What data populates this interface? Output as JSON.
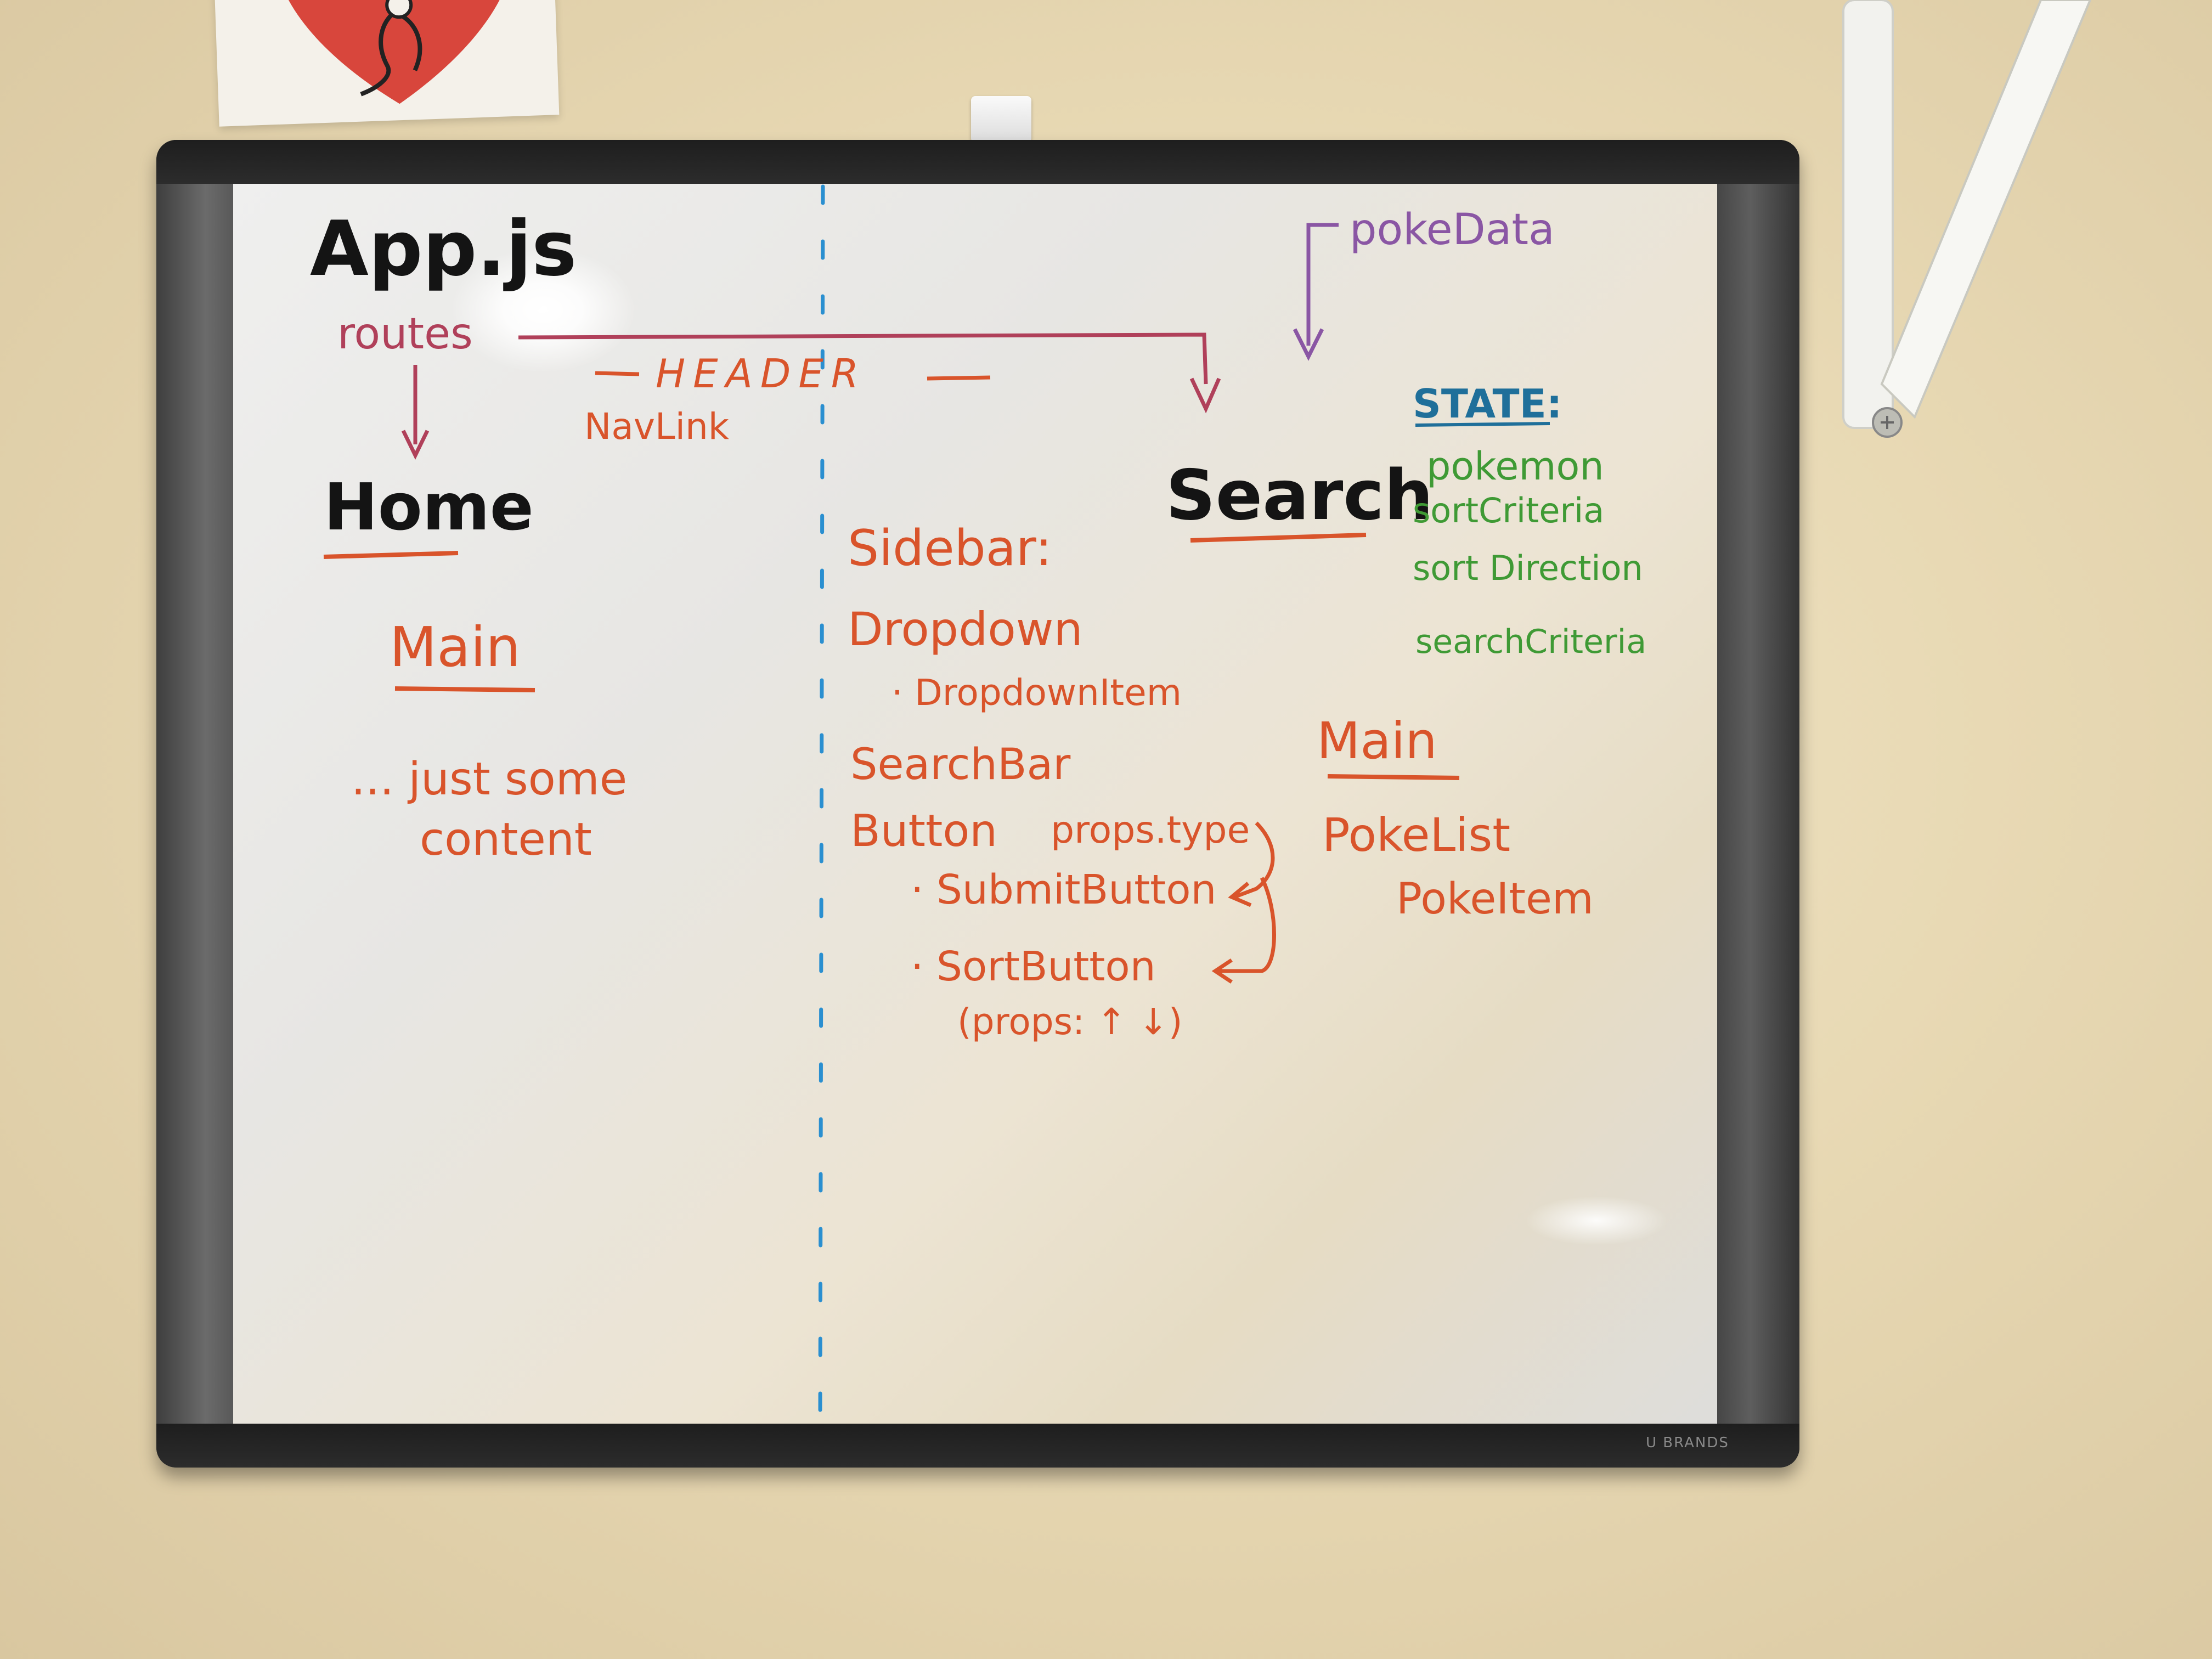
{
  "board": {
    "app_title": "App.js",
    "routes": "routes",
    "header": "HEADER",
    "navlink": "NavLink",
    "poke_data": "pokeData",
    "home": "Home",
    "home_main": "Main",
    "home_content_1": "... just some",
    "home_content_2": "content",
    "search": "Search",
    "sidebar": "Sidebar:",
    "dropdown": "Dropdown",
    "dropdown_item": "· DropdownItem",
    "search_bar": "SearchBar",
    "button": "Button",
    "props_type": "props.type",
    "submit_button": "· SubmitButton",
    "sort_button": "· SortButton",
    "props_arrows": "(props: ↑  ↓)",
    "state_label": "STATE:",
    "state_items": [
      "pokemon",
      "sortCriteria",
      "sort Direction",
      "searchCriteria"
    ],
    "search_main": "Main",
    "poke_list": "PokeList",
    "poke_item": "PokeItem",
    "brand": "U BRANDS"
  },
  "colors": {
    "black_marker": "#141414",
    "orange_marker": "#d9542b",
    "green_marker": "#3f9a35",
    "purple_marker": "#8a56a4",
    "crimson_marker": "#b0405a",
    "teal_marker": "#1f6f9a",
    "blue_divider": "#2a8fd0"
  }
}
